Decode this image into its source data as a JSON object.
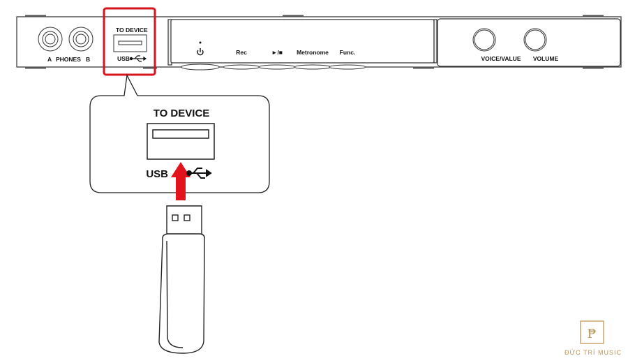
{
  "panel": {
    "phones_a": "A",
    "phones_label": "PHONES",
    "phones_b": "B",
    "to_device": "TO DEVICE",
    "usb": "USB",
    "power_icon": "power-icon",
    "buttons": [
      "Rec",
      "►/■",
      "Metronome",
      "Func."
    ],
    "knobs": [
      "VOICE/VALUE",
      "VOLUME"
    ]
  },
  "callout": {
    "to_device": "TO DEVICE",
    "usb": "USB"
  },
  "colors": {
    "highlight": "#d7141c",
    "arrow": "#e3131b",
    "logo": "#b8955a"
  },
  "logo": {
    "name": "ĐỨC TRÍ MUSIC",
    "monogram": "TP"
  }
}
